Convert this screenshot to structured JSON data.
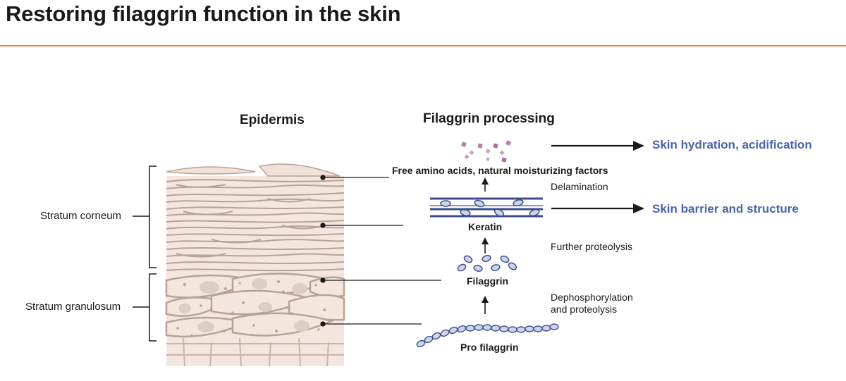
{
  "title": "Restoring filaggrin function in the skin",
  "columns": {
    "epidermis": "Epidermis",
    "processing": "Filaggrin processing"
  },
  "layers": {
    "corneum": "Stratum corneum",
    "granulosum": "Stratum granulosum"
  },
  "labels": {
    "free_amino": "Free amino acids, natural moisturizing factors",
    "keratin": "Keratin",
    "filaggrin": "Filaggrin",
    "pro_filaggrin": "Pro filaggrin"
  },
  "steps": {
    "delamination": "Delamination",
    "further_proteolysis": "Further proteolysis",
    "dephos_line1": "Dephosphorylation",
    "dephos_line2": "and proteolysis"
  },
  "outcomes": {
    "hydration": "Skin hydration, acidification",
    "barrier": "Skin barrier and structure"
  },
  "colors": {
    "accent_rule": "#e08a3c",
    "outcome_text": "#4a66a8",
    "tissue_fill": "#f4e6df",
    "cell_line": "#b8a296",
    "nucleus": "#dccdc6",
    "protein": "#cdd4eb",
    "protein_stroke": "#3d4f8a",
    "nmf": "#b87bb0"
  }
}
